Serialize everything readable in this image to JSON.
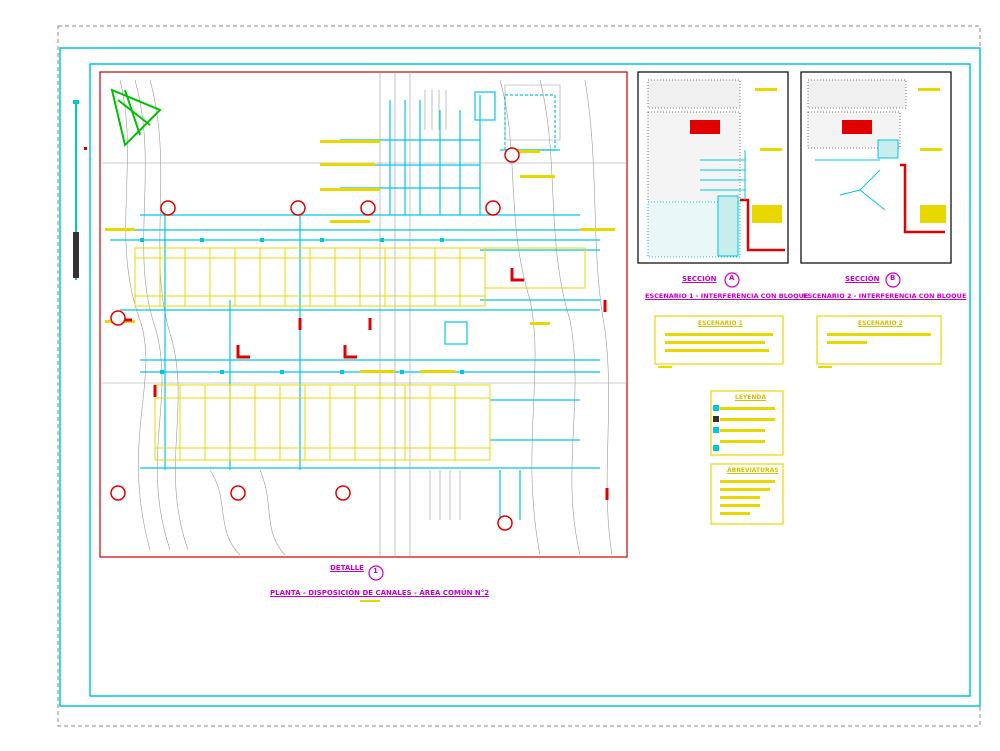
{
  "plan": {
    "detail_label": "DETALLE",
    "detail_number": "1",
    "title": "PLANTA - DISPOSICIÓN DE CANALES - ÁREA COMÚN N°2"
  },
  "sections": [
    {
      "label": "SECCIÓN",
      "number": "A",
      "title": "ESCENARIO 1 - INTERFERENCIA CON BLOQUE",
      "note_title": "ESCENARIO 1"
    },
    {
      "label": "SECCIÓN",
      "number": "B",
      "title": "ESCENARIO 2 - INTERFERENCIA CON BLOQUE",
      "note_title": "ESCENARIO 2"
    }
  ],
  "legend": {
    "title": "LEYENDA"
  },
  "notes": {
    "title": "ABREVIATURAS"
  },
  "colors": {
    "frame": "#00c8d0",
    "plan_border": "#c80000",
    "cyan_lines": "#00c8e0",
    "yellow_lines": "#e8d800",
    "red_markers": "#e00000",
    "magenta_titles": "#c800c8",
    "green_symbol": "#00c000",
    "gray_lines": "#9a9a9a"
  }
}
